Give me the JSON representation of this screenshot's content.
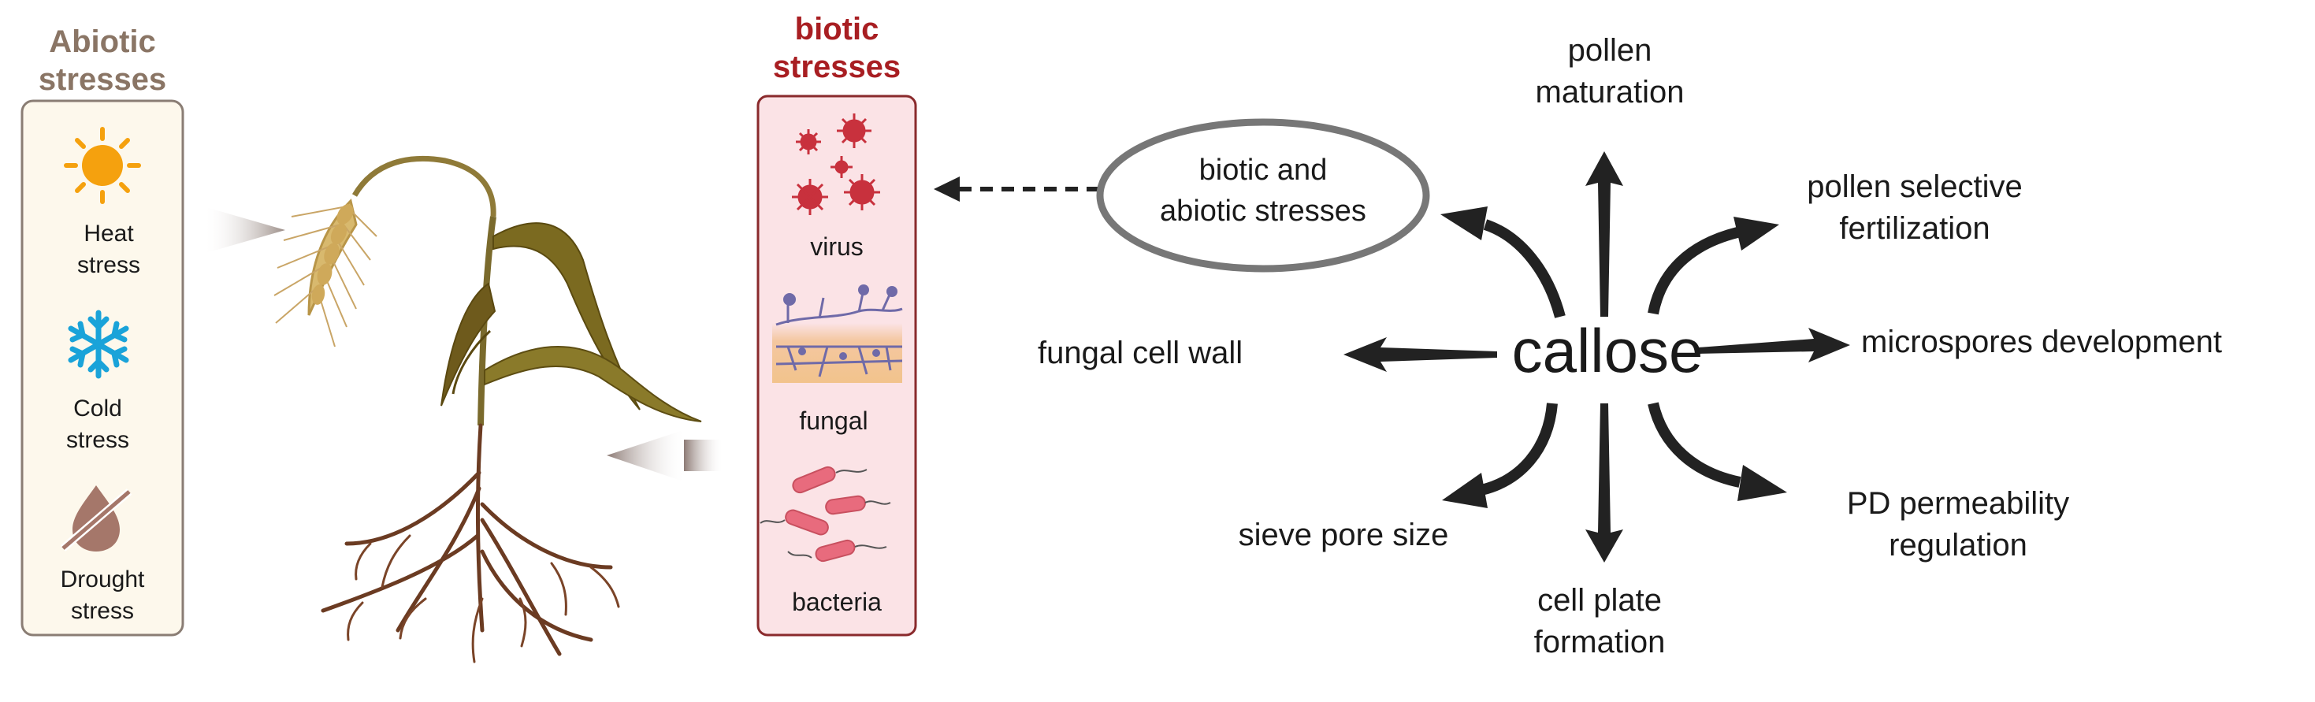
{
  "abiotic": {
    "title_line1": "Abiotic",
    "title_line2": "stresses",
    "items": [
      {
        "line1": "Heat",
        "line2": "stress",
        "icon": "sun-icon"
      },
      {
        "line1": "Cold",
        "line2": "stress",
        "icon": "snowflake-icon"
      },
      {
        "line1": "Drought",
        "line2": "stress",
        "icon": "no-water-drop-icon"
      }
    ]
  },
  "biotic": {
    "title_line1": "biotic",
    "title_line2": "stresses",
    "items": [
      {
        "label": "virus",
        "icon": "virus-icon"
      },
      {
        "label": "fungal",
        "icon": "fungal-hyphae-icon"
      },
      {
        "label": "bacteria",
        "icon": "bacteria-icon"
      }
    ]
  },
  "center": {
    "label": "callose"
  },
  "stress_node": {
    "line1": "biotic and",
    "line2": "abiotic stresses"
  },
  "functions": {
    "pollen_maturation": {
      "line1": "pollen",
      "line2": "maturation"
    },
    "pollen_selective": {
      "line1": "pollen selective",
      "line2": "fertilization"
    },
    "microspores": {
      "line1": "microspores development"
    },
    "pd_permeability": {
      "line1": "PD permeability",
      "line2": "regulation"
    },
    "cell_plate": {
      "line1": "cell plate",
      "line2": "formation"
    },
    "sieve_pore": {
      "line1": "sieve pore size"
    },
    "fungal_wall": {
      "line1": "fungal cell wall"
    }
  },
  "colors": {
    "abiotic_title": "#8a7565",
    "biotic_title": "#a81e22",
    "abiotic_panel_fill": "#fdf8ec",
    "biotic_panel_fill": "#fbe3e6",
    "sun": "#f5a10e",
    "snowflake": "#1aa3d9",
    "drop": "#a5776a",
    "pathogen": "#c8313d",
    "bacteria": "#e86b7d",
    "arrow": "#222222",
    "ellipse_stroke": "#777777"
  }
}
